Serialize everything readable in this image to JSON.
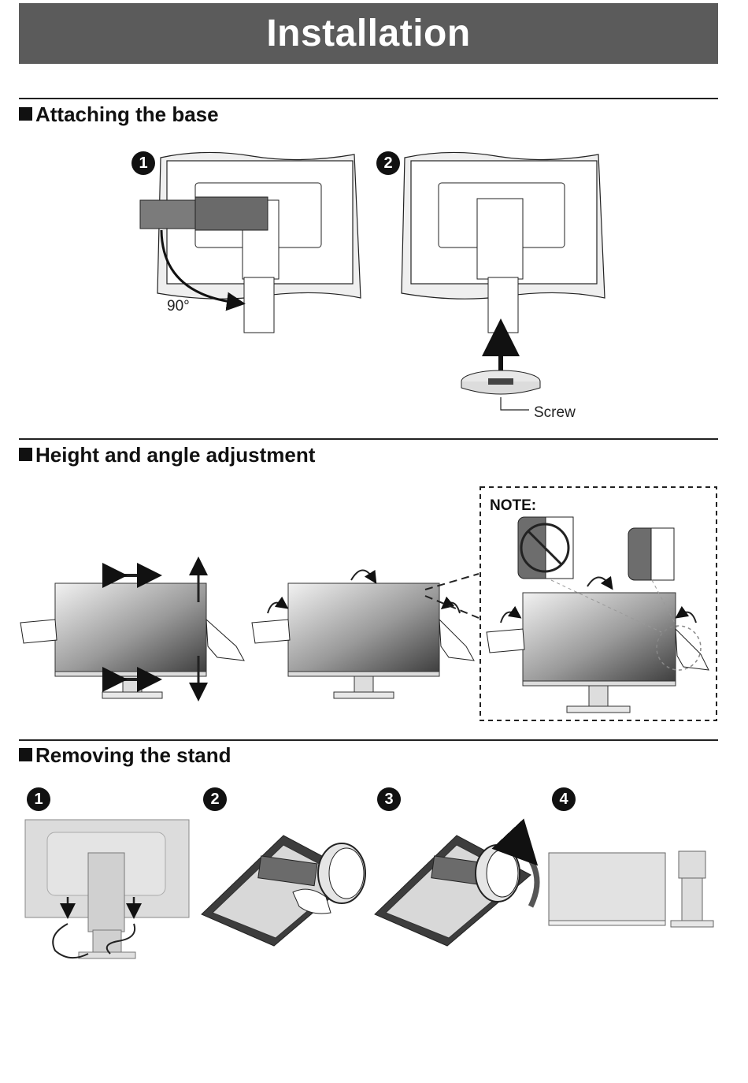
{
  "header": {
    "title": "Installation"
  },
  "sections": {
    "attach": {
      "title": "Attaching the base",
      "steps": [
        "1",
        "2"
      ],
      "angle_label": "90°",
      "screw_label": "Screw"
    },
    "adjust": {
      "title": "Height and angle adjustment",
      "note_label": "NOTE:"
    },
    "remove": {
      "title": "Removing the stand",
      "steps": [
        "1",
        "2",
        "3",
        "4"
      ]
    }
  },
  "icons": [
    "double-arrow-icon",
    "rotate-arrow-icon",
    "up-arrow-icon",
    "no-touch-icon"
  ],
  "colors": {
    "banner": "#5b5b5b",
    "text": "#111111",
    "panel_gray": "#d9d9d9",
    "screen_dark": "#4a4a4a"
  }
}
